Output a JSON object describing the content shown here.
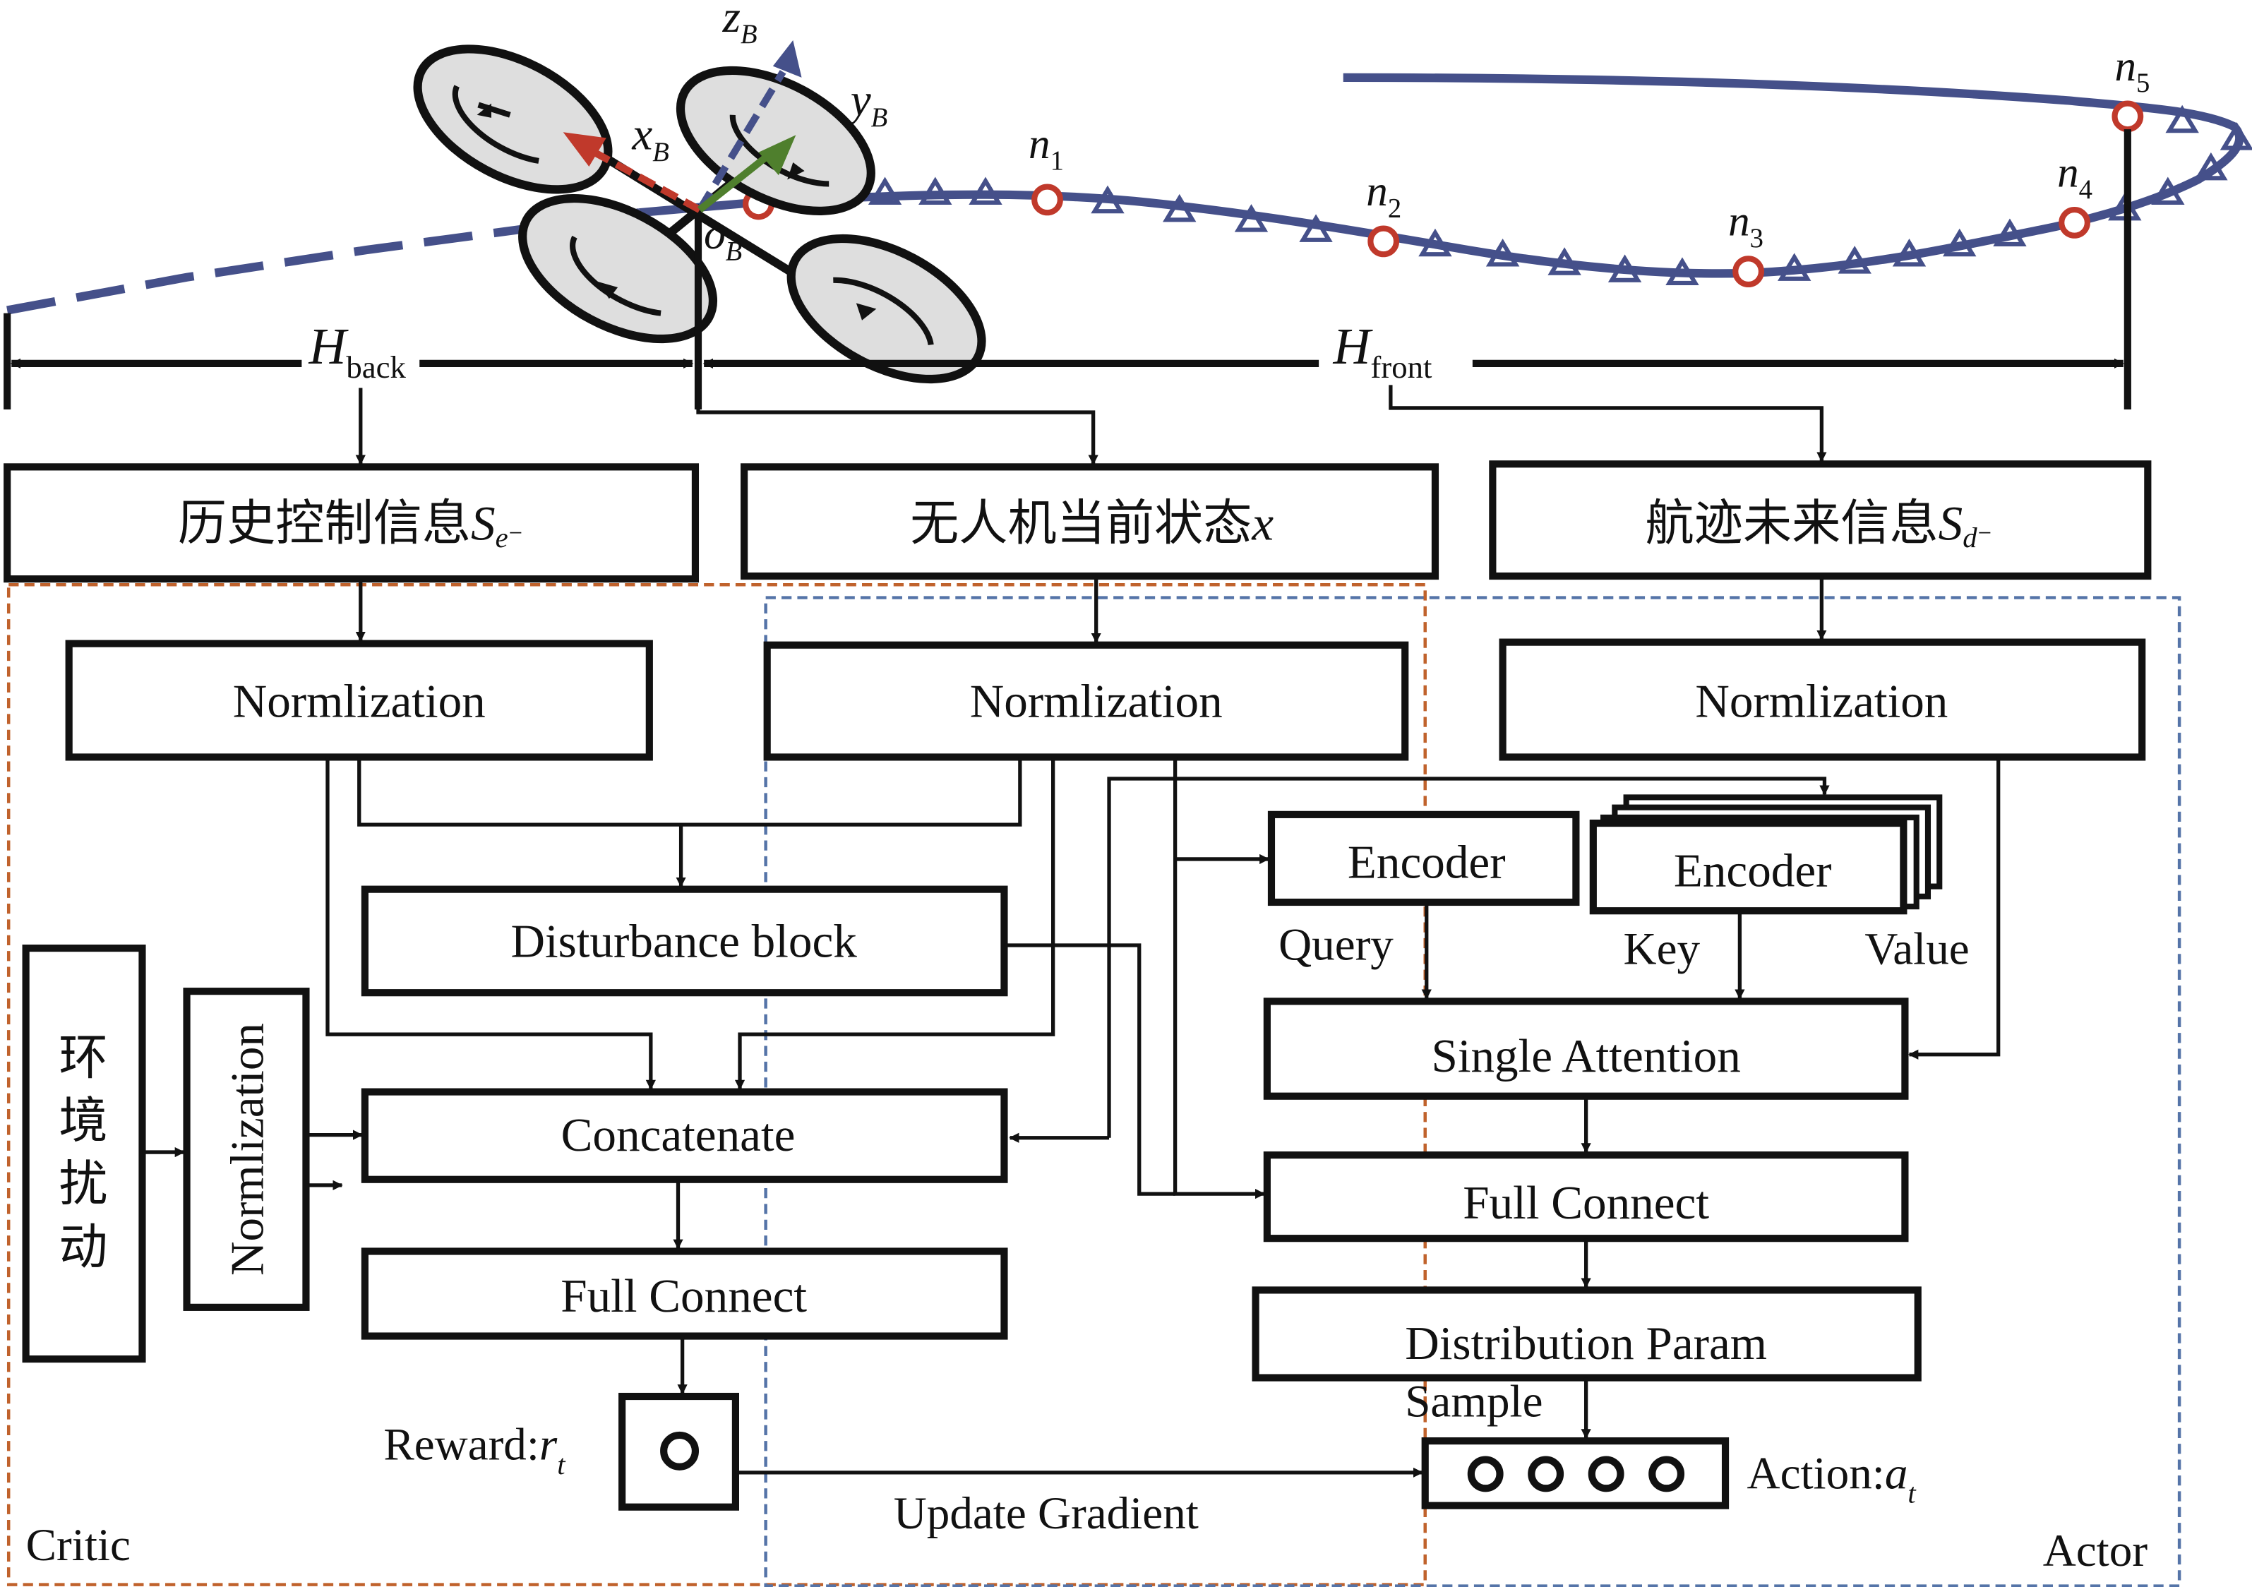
{
  "horizon": {
    "back_label": "H",
    "back_sub": "back",
    "front_label": "H",
    "front_sub": "front"
  },
  "frame": {
    "zB": "z",
    "yB": "y",
    "xB": "x",
    "oB": "o",
    "B": "B"
  },
  "nodes": [
    {
      "label": "n",
      "sub": "1"
    },
    {
      "label": "n",
      "sub": "2"
    },
    {
      "label": "n",
      "sub": "3"
    },
    {
      "label": "n",
      "sub": "4"
    },
    {
      "label": "n",
      "sub": "5"
    }
  ],
  "inputs": {
    "history": {
      "text": "历史控制信息",
      "sym": "S",
      "sub": "e⁻"
    },
    "current": {
      "text": "无人机当前状态",
      "sym": "x"
    },
    "future": {
      "text": "航迹未来信息",
      "sym": "S",
      "sub": "d⁻"
    }
  },
  "blocks": {
    "norm_left": "Normlization",
    "norm_mid": "Normlization",
    "norm_right": "Normlization",
    "disturbance": "Disturbance block",
    "concatenate": "Concatenate",
    "full_connect_critic": "Full Connect",
    "encoder_query": "Encoder",
    "encoder_key": "Encoder",
    "single_attention": "Single Attention",
    "full_connect_actor": "Full Connect",
    "distribution_param": "Distribution Param",
    "norm_vertical": "Normlization",
    "env_chars": [
      "环",
      "境",
      "扰",
      "动"
    ]
  },
  "labels": {
    "query": "Query",
    "key": "Key",
    "value": "Value",
    "sample": "Sample",
    "reward": "Reward:",
    "reward_sym": "r",
    "reward_sub": "t",
    "action": "Action:",
    "action_sym": "a",
    "action_sub": "t",
    "update_gradient": "Update Gradient",
    "critic": "Critic",
    "actor": "Actor"
  },
  "colors": {
    "trajectory": "#45508a",
    "critic_region": "#c0622c",
    "actor_region": "#5574a8",
    "node_marker": "#c0392b",
    "x_axis": "#c0392b",
    "y_axis": "#4f7f2d",
    "z_axis": "#45508a",
    "rotor_fill": "#dedede"
  }
}
